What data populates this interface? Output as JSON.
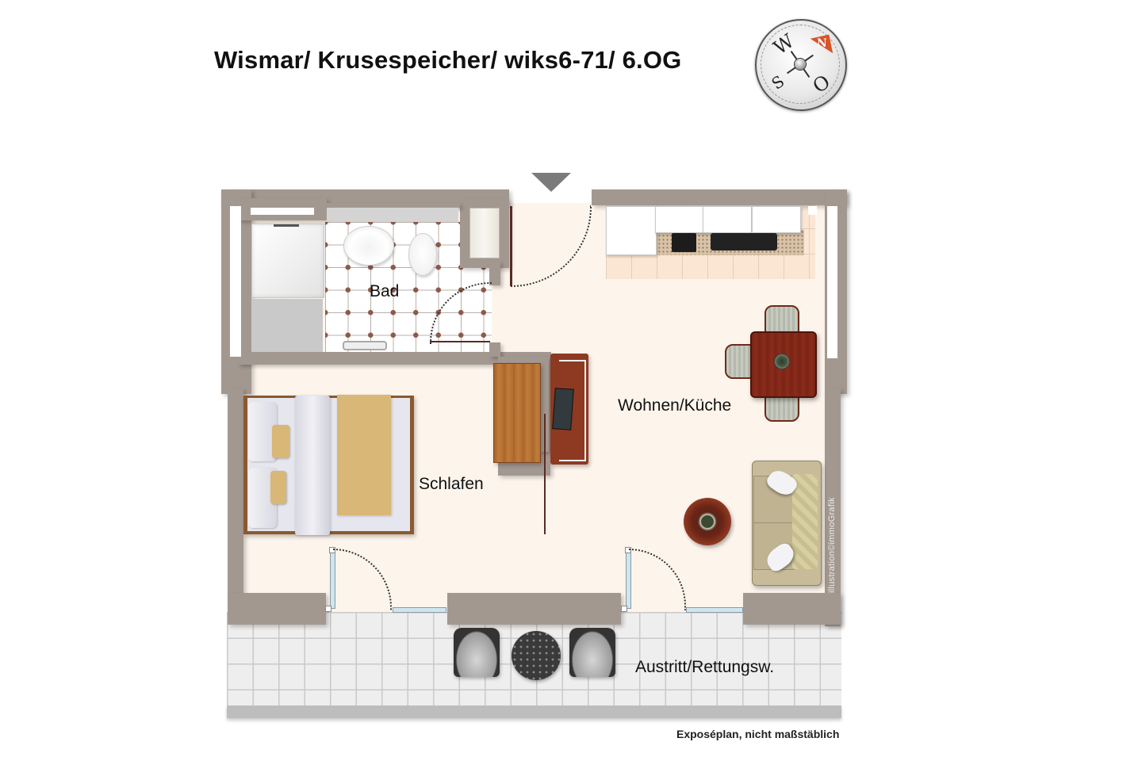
{
  "header": {
    "title": "Wismar/ Krusespeicher/ wiks6-71/ 6.OG"
  },
  "compass": {
    "north": "N",
    "east": "O",
    "south": "S",
    "west": "W",
    "accent_color": "#d9532a"
  },
  "floorplan": {
    "entry_marker": "entry-arrow",
    "rooms": [
      {
        "id": "bad",
        "label": "Bad"
      },
      {
        "id": "wohnen",
        "label": "Wohnen/Küche"
      },
      {
        "id": "schlafen",
        "label": "Schlafen"
      },
      {
        "id": "austritt",
        "label": "Austritt/Rettungsw."
      }
    ],
    "colors": {
      "wall": "#a39890",
      "floor": "#fdf5ec",
      "tile_dot": "#8d5a4a"
    }
  },
  "credit": "illustration©immoGrafik",
  "footnote": "Exposéplan, nicht maßstäblich"
}
